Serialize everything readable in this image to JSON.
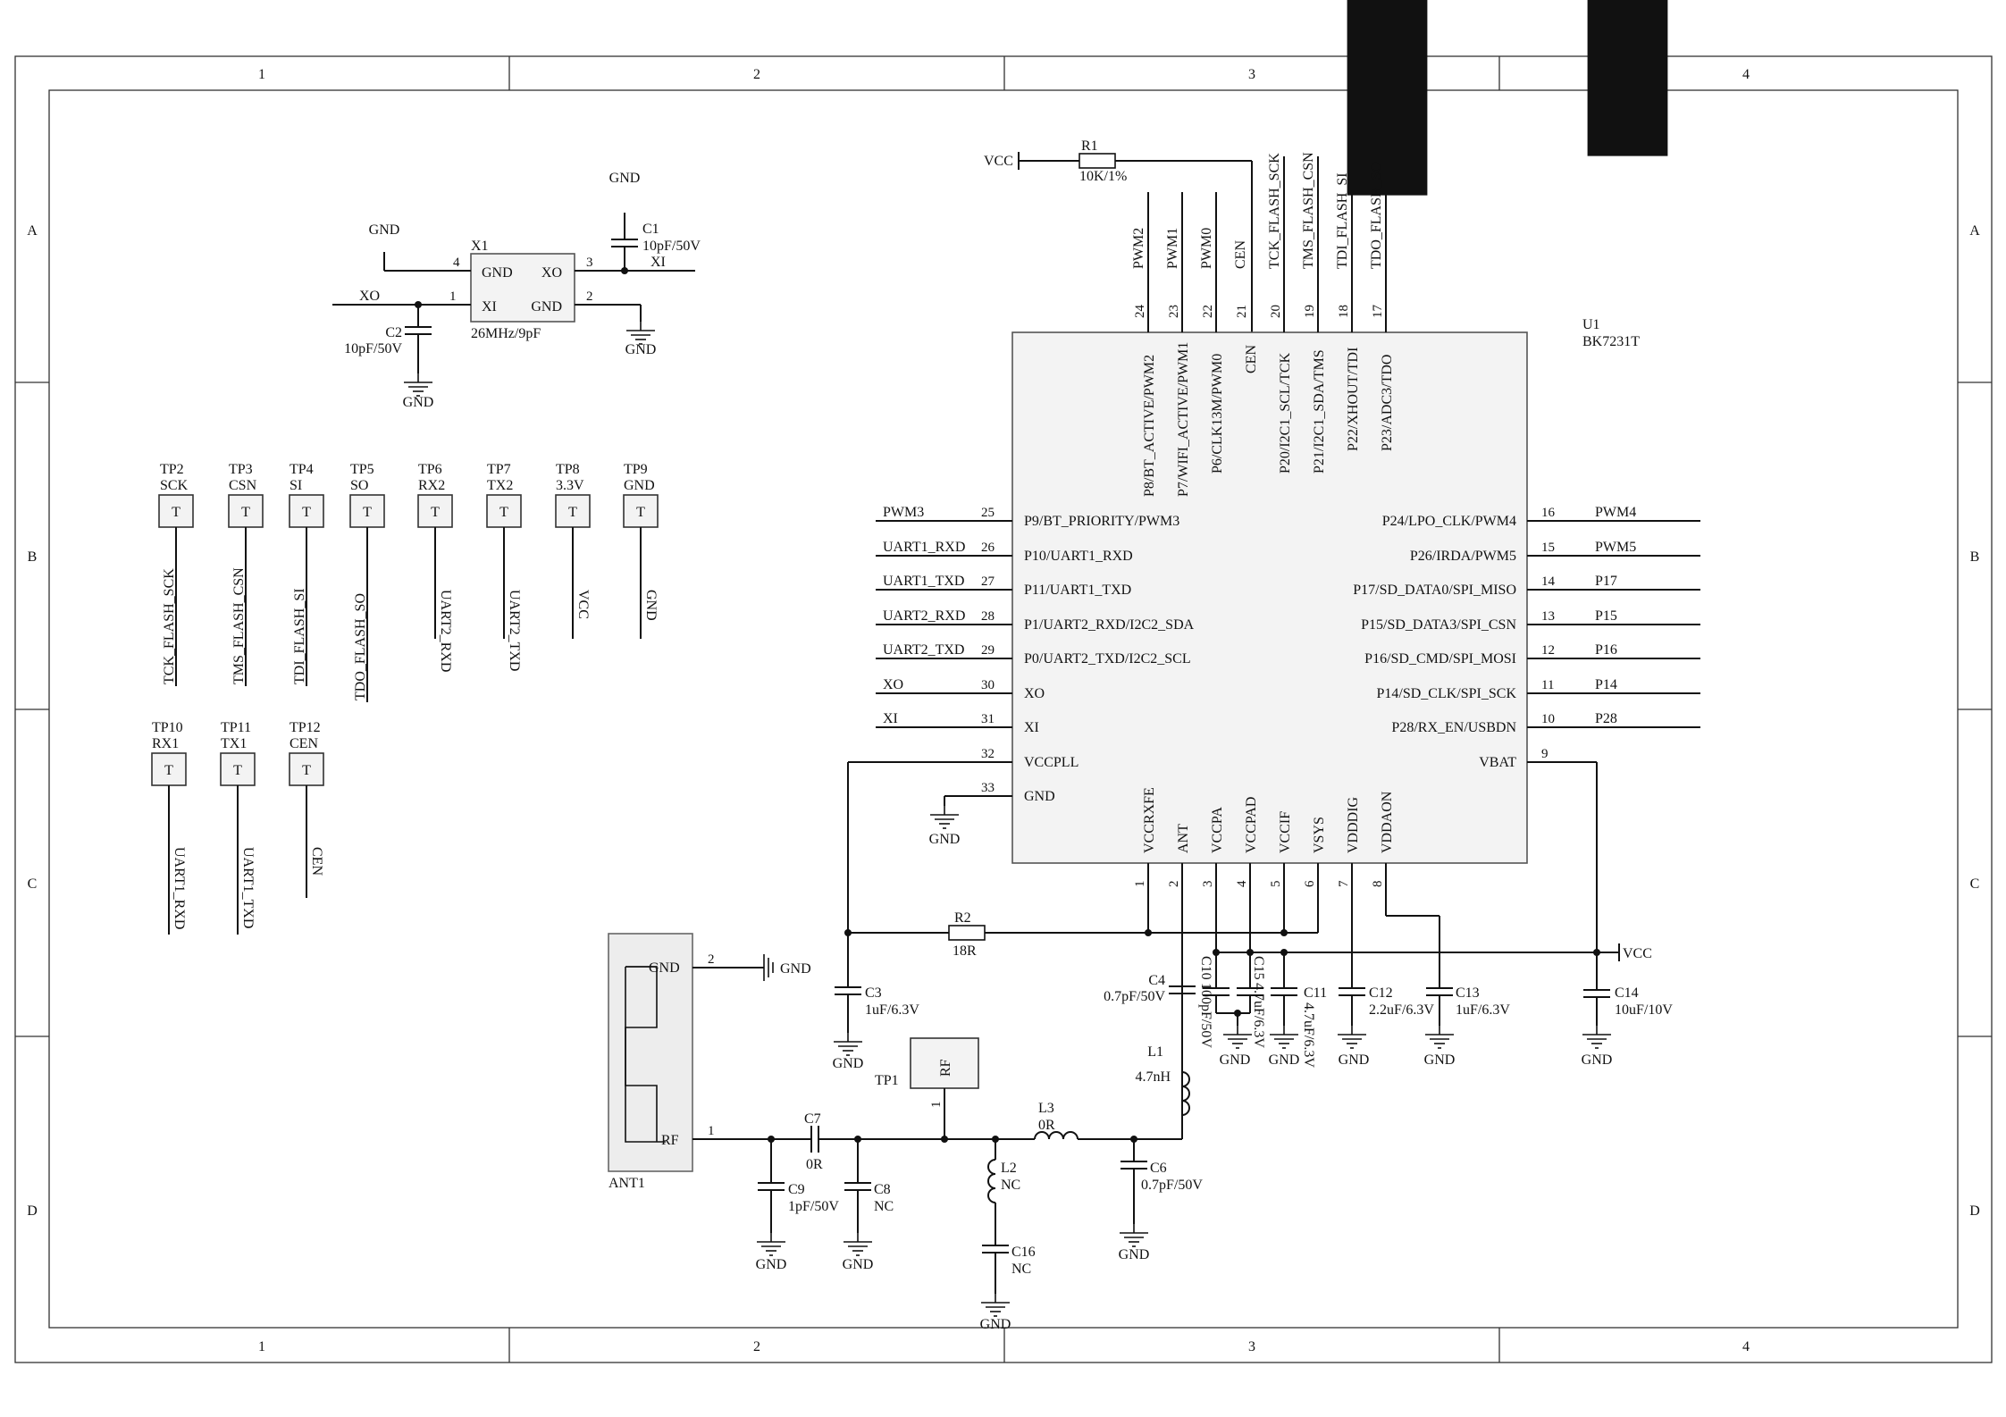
{
  "border": {
    "columns": [
      "1",
      "2",
      "3",
      "4"
    ],
    "rows": [
      "A",
      "B",
      "C",
      "D"
    ]
  },
  "power": {
    "gnd": "GND",
    "vcc": "VCC"
  },
  "crystal": {
    "ref": "X1",
    "value": "26MHz/9pF",
    "pin_gnd": "GND",
    "pin_xo": "XO",
    "pin_xi": "XI",
    "n4": "4",
    "n3": "3",
    "n1": "1",
    "n2": "2",
    "net_xo": "XO",
    "net_xi": "XI",
    "c1_ref": "C1",
    "c1_val": "10pF/50V",
    "c2_ref": "C2",
    "c2_val": "10pF/50V"
  },
  "r1": {
    "ref": "R1",
    "value": "10K/1%"
  },
  "top_nets": [
    "PWM2",
    "PWM1",
    "PWM0",
    "CEN",
    "TCK_FLASH_SCK",
    "TMS_FLASH_CSN",
    "TDI_FLASH_SI",
    "TDO_FLASH_SO"
  ],
  "top_pin_nums": [
    "24",
    "23",
    "22",
    "21",
    "20",
    "19",
    "18",
    "17"
  ],
  "top_pin_names": [
    "P8/BT_ACTIVE/PWM2",
    "P7/WIFI_ACTIVE/PWM1",
    "P6/CLK13M/PWM0",
    "CEN",
    "P20/I2C1_SCL/TCK",
    "P21/I2C1_SDA/TMS",
    "P22/XHOUT/TDI",
    "P23/ADC3/TDO"
  ],
  "chip": {
    "ref": "U1",
    "part": "BK7231T"
  },
  "left_pins": [
    {
      "num": "25",
      "name": "P9/BT_PRIORITY/PWM3",
      "net": "PWM3"
    },
    {
      "num": "26",
      "name": "P10/UART1_RXD",
      "net": "UART1_RXD"
    },
    {
      "num": "27",
      "name": "P11/UART1_TXD",
      "net": "UART1_TXD"
    },
    {
      "num": "28",
      "name": "P1/UART2_RXD/I2C2_SDA",
      "net": "UART2_RXD"
    },
    {
      "num": "29",
      "name": "P0/UART2_TXD/I2C2_SCL",
      "net": "UART2_TXD"
    },
    {
      "num": "30",
      "name": "XO",
      "net": "XO"
    },
    {
      "num": "31",
      "name": "XI",
      "net": "XI"
    },
    {
      "num": "32",
      "name": "VCCPLL",
      "net": ""
    },
    {
      "num": "33",
      "name": "GND",
      "net": ""
    }
  ],
  "right_pins": [
    {
      "num": "16",
      "name": "P24/LPO_CLK/PWM4",
      "net": "PWM4"
    },
    {
      "num": "15",
      "name": "P26/IRDA/PWM5",
      "net": "PWM5"
    },
    {
      "num": "14",
      "name": "P17/SD_DATA0/SPI_MISO",
      "net": "P17"
    },
    {
      "num": "13",
      "name": "P15/SD_DATA3/SPI_CSN",
      "net": "P15"
    },
    {
      "num": "12",
      "name": "P16/SD_CMD/SPI_MOSI",
      "net": "P16"
    },
    {
      "num": "11",
      "name": "P14/SD_CLK/SPI_SCK",
      "net": "P14"
    },
    {
      "num": "10",
      "name": "P28/RX_EN/USBDN",
      "net": "P28"
    },
    {
      "num": "9",
      "name": "VBAT",
      "net": ""
    }
  ],
  "bottom_pin_names": [
    "VCCRXFE",
    "ANT",
    "VCCPA",
    "VCCPAD",
    "VCCIF",
    "VSYS",
    "VDDDIG",
    "VDDAON"
  ],
  "bottom_pin_nums": [
    "1",
    "2",
    "3",
    "4",
    "5",
    "6",
    "7",
    "8"
  ],
  "test_points": [
    {
      "ref": "TP2",
      "label": "SCK",
      "net": "TCK_FLASH_SCK"
    },
    {
      "ref": "TP3",
      "label": "CSN",
      "net": "TMS_FLASH_CSN"
    },
    {
      "ref": "TP4",
      "label": "SI",
      "net": "TDI_FLASH_SI"
    },
    {
      "ref": "TP5",
      "label": "SO",
      "net": "TDO_FLASH_SO"
    },
    {
      "ref": "TP6",
      "label": "RX2",
      "net": "UART2_RXD"
    },
    {
      "ref": "TP7",
      "label": "TX2",
      "net": "UART2_TXD"
    },
    {
      "ref": "TP8",
      "label": "3.3V",
      "net": "VCC"
    },
    {
      "ref": "TP9",
      "label": "GND",
      "net": "GND"
    },
    {
      "ref": "TP10",
      "label": "RX1",
      "net": "UART1_RXD"
    },
    {
      "ref": "TP11",
      "label": "TX1",
      "net": "UART1_TXD"
    },
    {
      "ref": "TP12",
      "label": "CEN",
      "net": "CEN"
    }
  ],
  "tp_glyph": "T",
  "power_caps": [
    {
      "ref": "C3",
      "value": "1uF/6.3V"
    },
    {
      "ref": "C4",
      "value": "0.7pF/50V"
    },
    {
      "ref": "C10",
      "value": "100pF/50V"
    },
    {
      "ref": "C15",
      "value": "4.7uF/6.3V"
    },
    {
      "ref": "C11",
      "value": "4.7uF/6.3V"
    },
    {
      "ref": "C12",
      "value": "2.2uF/6.3V"
    },
    {
      "ref": "C13",
      "value": "1uF/6.3V"
    },
    {
      "ref": "C14",
      "value": "10uF/10V"
    }
  ],
  "r2": {
    "ref": "R2",
    "value": "18R"
  },
  "l1": {
    "ref": "L1",
    "value": "4.7nH"
  },
  "antenna": {
    "ref": "ANT1",
    "pin_gnd": "GND",
    "pin_rf": "RF",
    "n2": "2",
    "n1": "1"
  },
  "tp1": {
    "ref": "TP1",
    "label": "RF",
    "pin": "1"
  },
  "rf_parts": {
    "c7_ref": "C7",
    "c7_val": "0R",
    "c9_ref": "C9",
    "c9_val": "1pF/50V",
    "c8_ref": "C8",
    "c8_val": "NC",
    "l2_ref": "L2",
    "l2_val": "NC",
    "l3_ref": "L3",
    "l3_val": "0R",
    "c6_ref": "C6",
    "c6_val": "0.7pF/50V",
    "c16_ref": "C16",
    "c16_val": "NC"
  }
}
